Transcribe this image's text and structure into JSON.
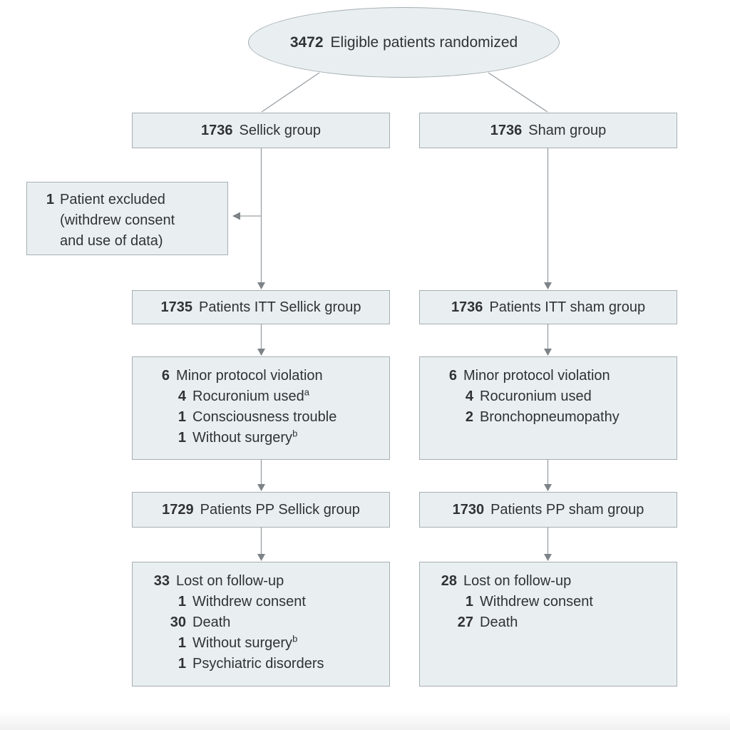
{
  "colors": {
    "box_fill": "#e9eff1",
    "box_border": "#a5aeb2",
    "connector_line": "#9aa0a4",
    "arrowhead": "#7e8387",
    "text": "#303234"
  },
  "flowchart": {
    "root": {
      "num": "3472",
      "label": "Eligible patients randomized"
    },
    "sellick": {
      "group": {
        "num": "1736",
        "label": "Sellick group"
      },
      "excluded": {
        "lines": [
          {
            "num": "1",
            "text": "Patient excluded"
          },
          {
            "num": "",
            "text": "(withdrew consent"
          },
          {
            "num": "",
            "text": "and use of data)"
          }
        ]
      },
      "itt": {
        "num": "1735",
        "label": "Patients ITT Sellick group"
      },
      "violations": {
        "lines": [
          {
            "num": "6",
            "text": "Minor protocol violation"
          },
          {
            "num": "4",
            "text": "Rocuronium used",
            "sup": "a",
            "sub": true
          },
          {
            "num": "1",
            "text": "Consciousness trouble",
            "sub": true
          },
          {
            "num": "1",
            "text": "Without surgery",
            "sup": "b",
            "sub": true
          }
        ]
      },
      "pp": {
        "num": "1729",
        "label": "Patients PP Sellick group"
      },
      "followup": {
        "lines": [
          {
            "num": "33",
            "text": "Lost on follow-up"
          },
          {
            "num": "1",
            "text": "Withdrew consent",
            "sub": true
          },
          {
            "num": "30",
            "text": "Death",
            "sub": true
          },
          {
            "num": "1",
            "text": "Without surgery",
            "sup": "b",
            "sub": true
          },
          {
            "num": "1",
            "text": "Psychiatric disorders",
            "sub": true
          }
        ]
      }
    },
    "sham": {
      "group": {
        "num": "1736",
        "label": "Sham group"
      },
      "itt": {
        "num": "1736",
        "label": "Patients ITT sham group"
      },
      "violations": {
        "lines": [
          {
            "num": "6",
            "text": "Minor protocol violation"
          },
          {
            "num": "4",
            "text": "Rocuronium used",
            "sub": true
          },
          {
            "num": "2",
            "text": "Bronchopneumopathy",
            "sub": true
          }
        ]
      },
      "pp": {
        "num": "1730",
        "label": "Patients PP sham group"
      },
      "followup": {
        "lines": [
          {
            "num": "28",
            "text": "Lost on follow-up"
          },
          {
            "num": "1",
            "text": "Withdrew consent",
            "sub": true
          },
          {
            "num": "27",
            "text": "Death",
            "sub": true
          }
        ]
      }
    }
  }
}
